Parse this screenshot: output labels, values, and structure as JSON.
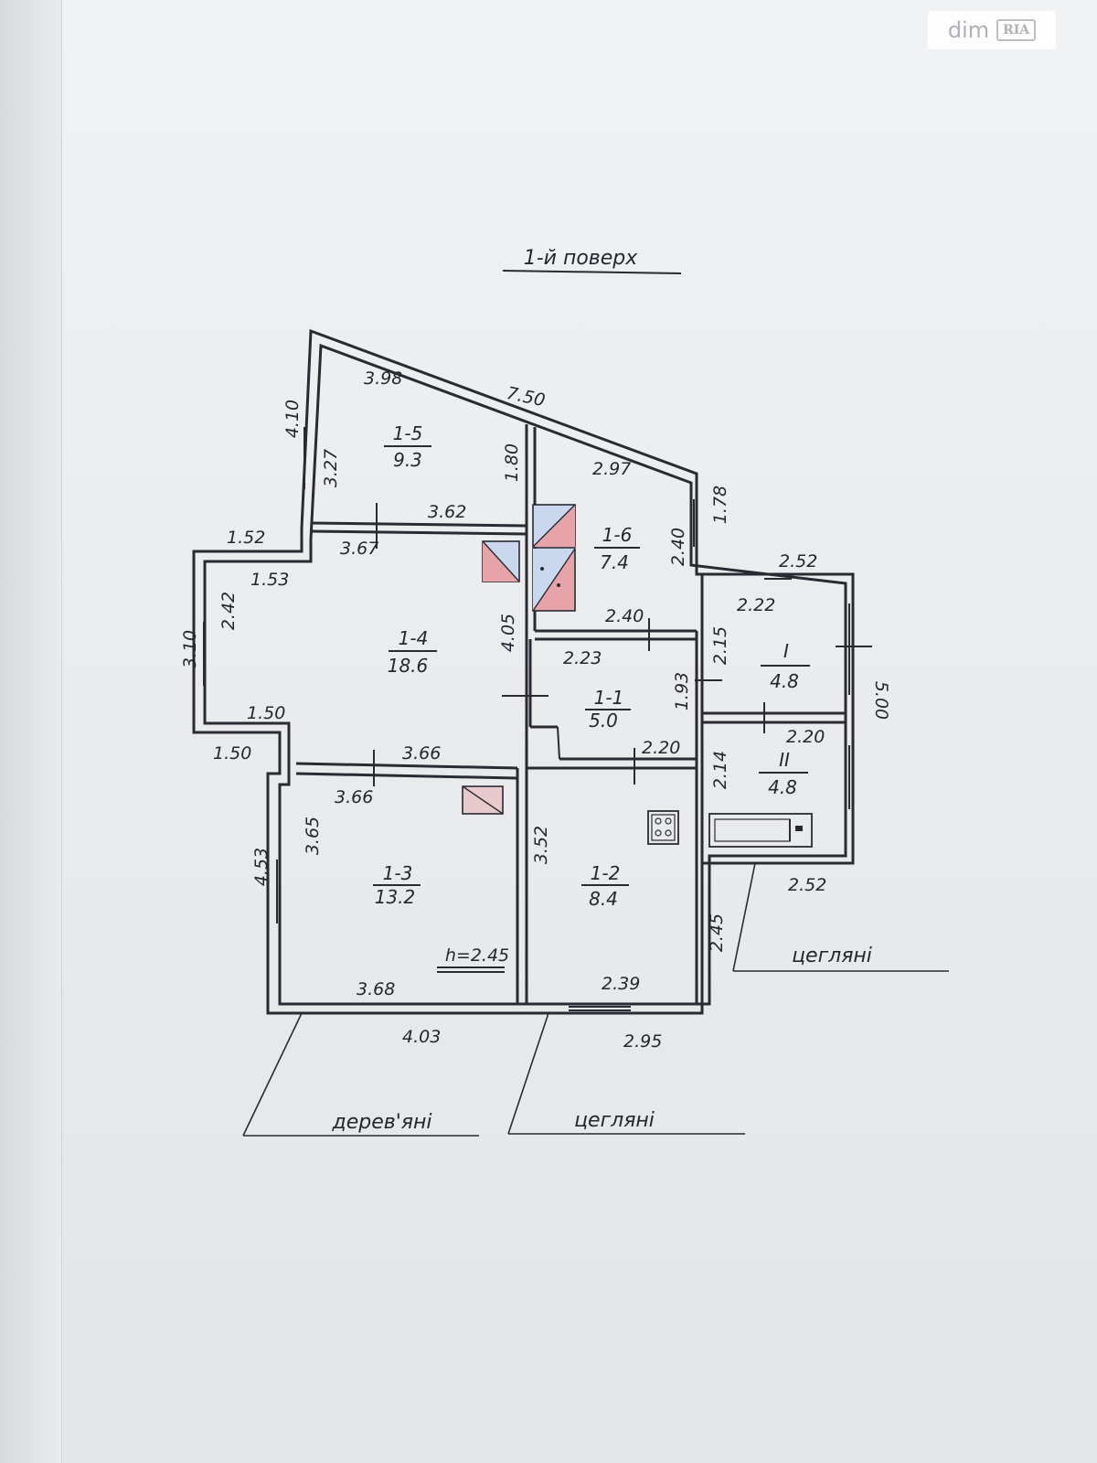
{
  "watermark": {
    "brand": "dim",
    "badge": "RIA"
  },
  "plan": {
    "title": "1-й поверх",
    "room_labels": [
      {
        "id": "1-5",
        "area": "9.3"
      },
      {
        "id": "1-6",
        "area": "7.4"
      },
      {
        "id": "1-4",
        "area": "18.6"
      },
      {
        "id": "1-1",
        "area": "5.0"
      },
      {
        "id": "I",
        "area": "4.8"
      },
      {
        "id": "II",
        "area": "4.8"
      },
      {
        "id": "1-3",
        "area": "13.2"
      },
      {
        "id": "1-2",
        "area": "8.4"
      }
    ],
    "dimensions": {
      "d398": "3.98",
      "d750": "7.50",
      "d410": "4.10",
      "d327": "3.27",
      "d180": "1.80",
      "d362": "3.62",
      "d297": "2.97",
      "d178": "1.78",
      "d240v": "2.40",
      "d240h": "2.40",
      "d152": "1.52",
      "d153": "1.53",
      "d367": "3.67",
      "d252t": "2.52",
      "d222": "2.22",
      "d215": "2.15",
      "d500": "5.00",
      "d310": "3.10",
      "d242": "2.42",
      "d405": "4.05",
      "d223": "2.23",
      "d193": "1.93",
      "d150a": "1.50",
      "d150b": "1.50",
      "d366a": "3.66",
      "d220a": "2.20",
      "d220b": "2.20",
      "d214": "2.14",
      "d366b": "3.66",
      "d365": "3.65",
      "d352": "3.52",
      "d453": "4.53",
      "d252b": "2.52",
      "d245": "2.45",
      "d368": "3.68",
      "d239": "2.39",
      "d403": "4.03",
      "d295": "2.95"
    },
    "ceiling_height": "h=2.45",
    "material_notes": {
      "brick_right": "цегляні",
      "wooden": "дерев'яні",
      "brick_bottom": "цегляні"
    }
  }
}
